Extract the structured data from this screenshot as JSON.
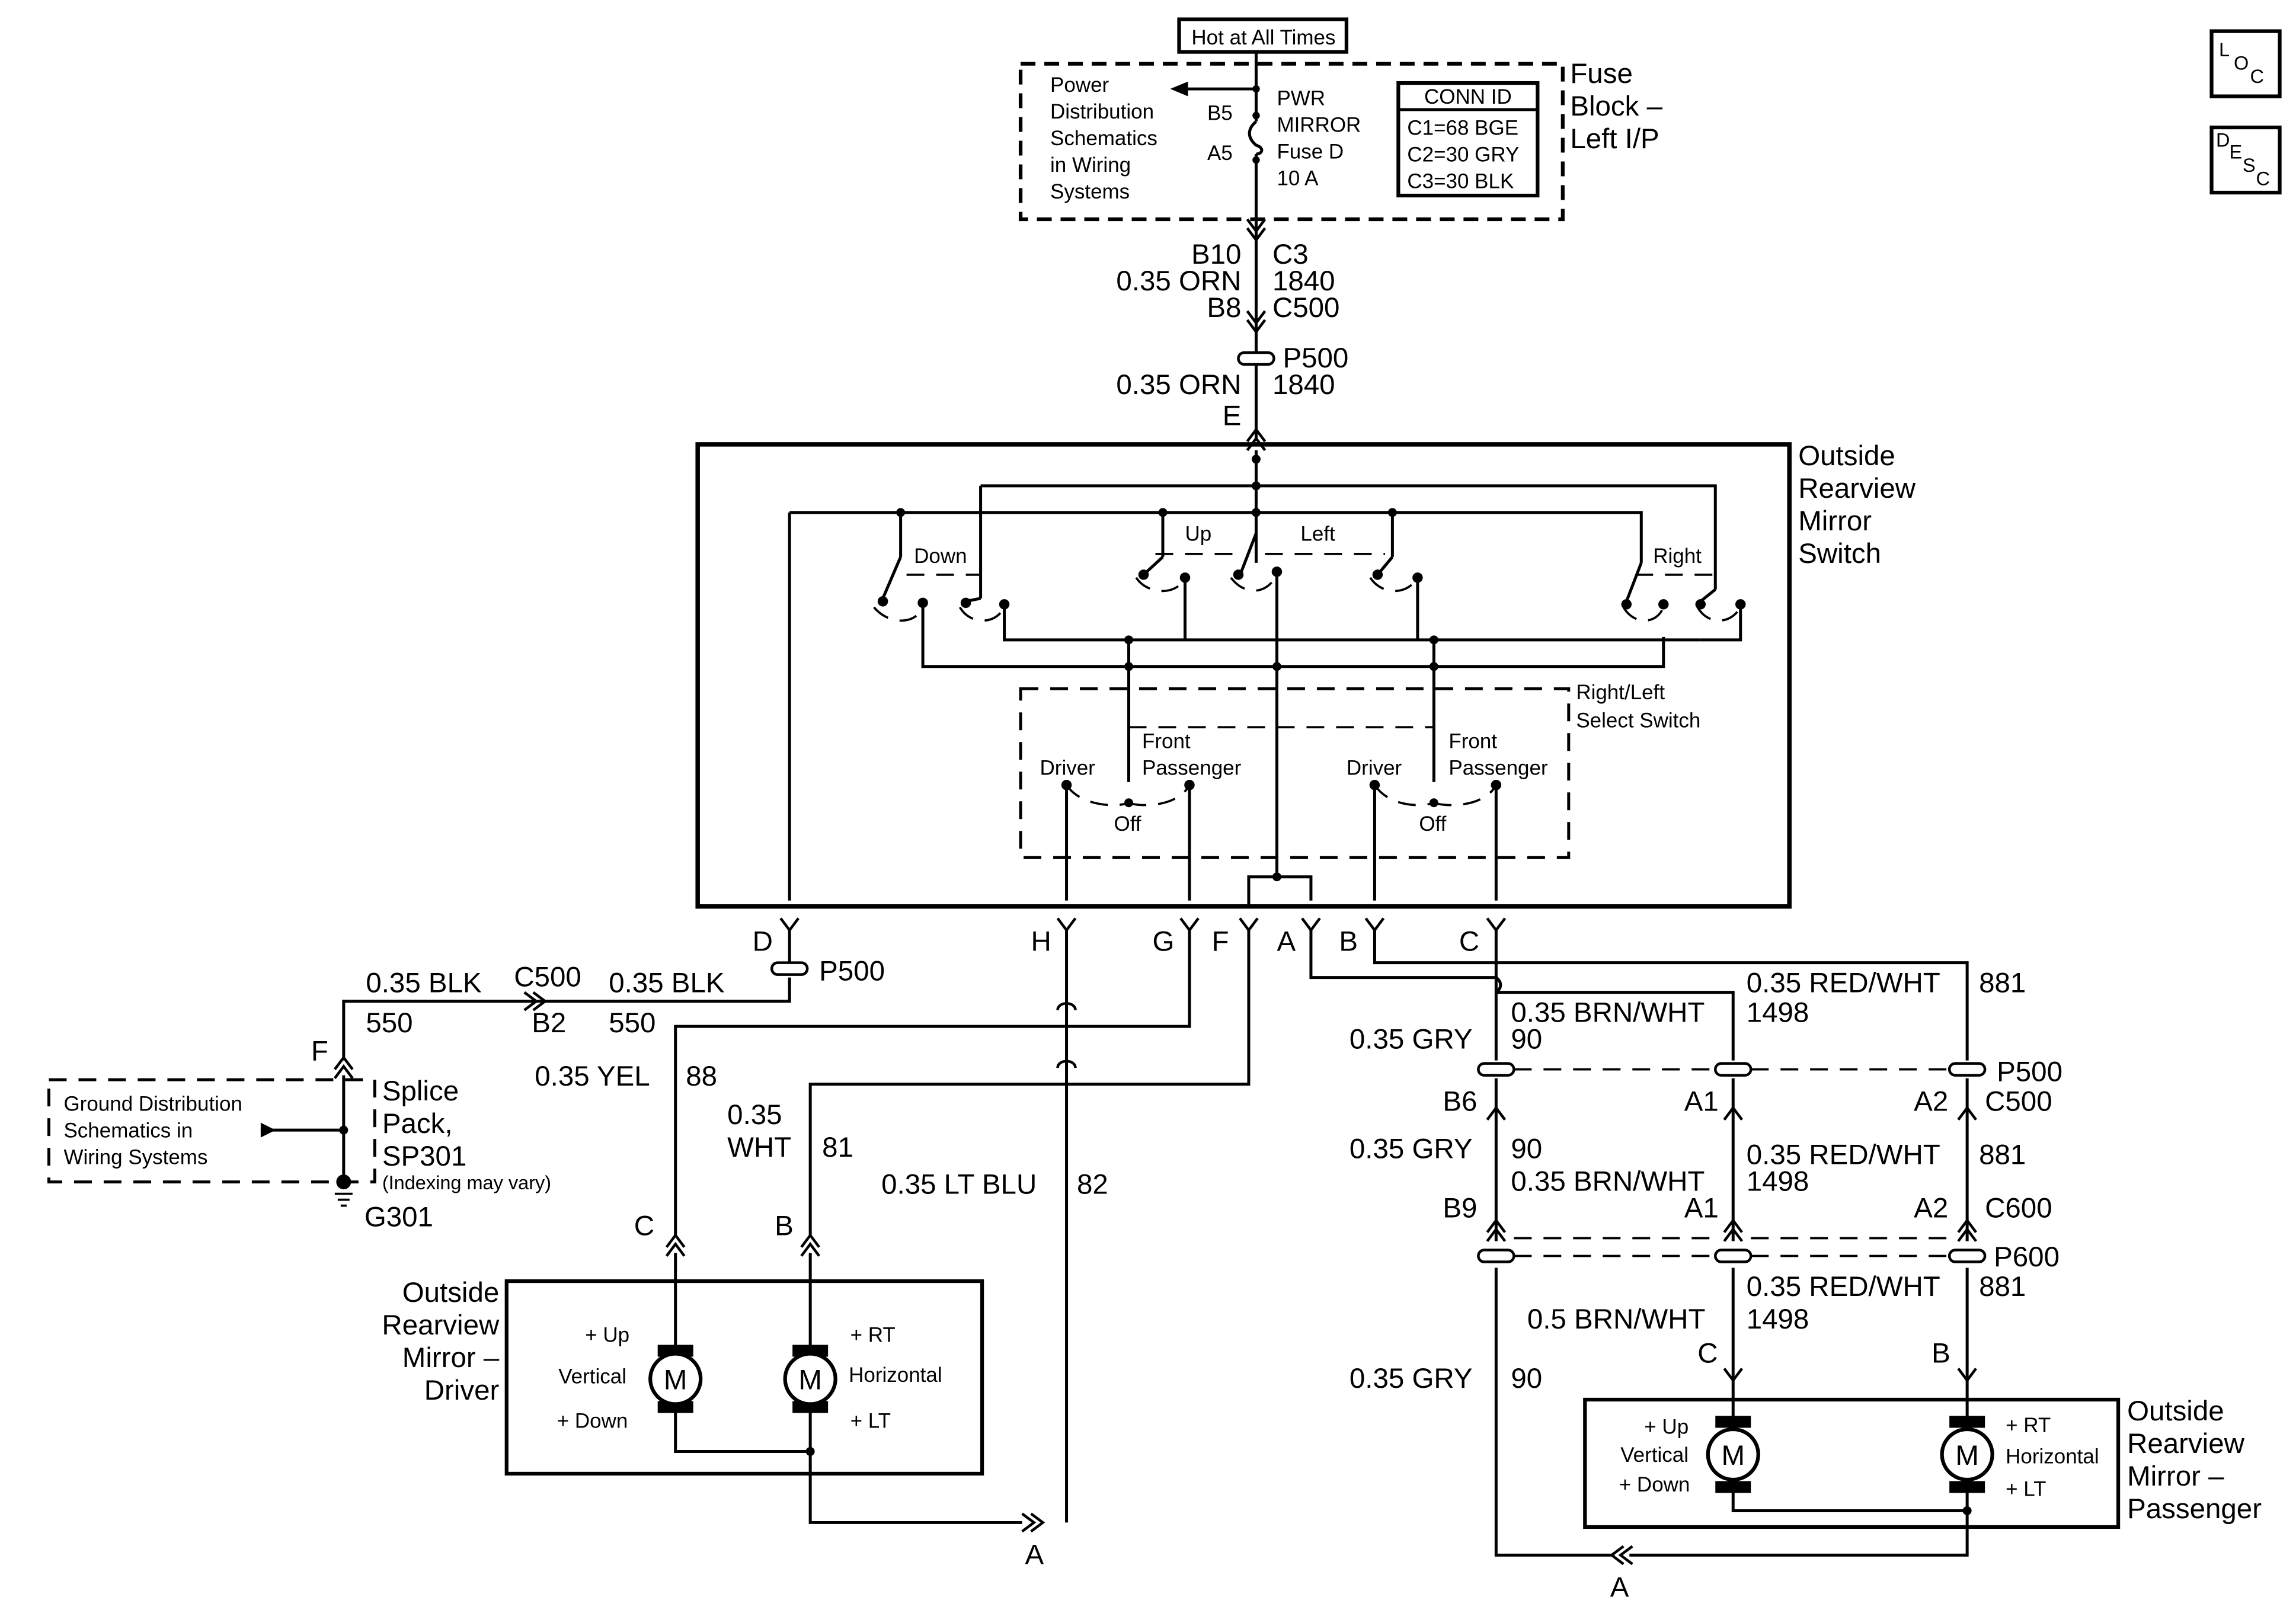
{
  "labels": {
    "hot": "Hot at All Times",
    "fuse_block": [
      "Fuse",
      "Block –",
      "Left I/P"
    ],
    "power_dist": [
      "Power",
      "Distribution",
      "Schematics",
      "in Wiring",
      "Systems"
    ],
    "fuse": [
      "PWR",
      "MIRROR",
      "Fuse D",
      "10 A"
    ],
    "b5": "B5",
    "a5": "A5",
    "conn_id": {
      "title": "CONN ID",
      "rows": [
        "C1=68 BGE",
        "C2=30 GRY",
        "C3=30 BLK"
      ]
    },
    "loc": {
      "a": "L",
      "b": "O",
      "c": "C"
    },
    "desc": {
      "a": "D",
      "b": "E",
      "c": "S",
      "d": "C"
    },
    "feed": {
      "b10": "B10",
      "c3": "C3",
      "orn1": "0.35 ORN",
      "ckt1": "1840",
      "b8": "B8",
      "c500": "C500",
      "p500": "P500",
      "orn2": "0.35 ORN",
      "ckt2": "1840",
      "e": "E"
    },
    "switch": {
      "title": [
        "Outside",
        "Rearview",
        "Mirror",
        "Switch"
      ],
      "down": "Down",
      "up": "Up",
      "left": "Left",
      "right": "Right",
      "select": [
        "Right/Left",
        "Select Switch"
      ],
      "driver": "Driver",
      "front": "Front",
      "passenger": "Passenger",
      "off": "Off"
    },
    "pins": {
      "d": "D",
      "h": "H",
      "g": "G",
      "f": "F",
      "a": "A",
      "b": "B",
      "c": "C"
    },
    "ground": {
      "p500": "P500",
      "blk1": "0.35 BLK",
      "c500": "C500",
      "blk2": "0.35 BLK",
      "n550a": "550",
      "b2": "B2",
      "n550b": "550",
      "f": "F",
      "box": [
        "Ground Distribution",
        "Schematics in",
        "Wiring Systems"
      ],
      "splice": [
        "Splice",
        "Pack,",
        "SP301"
      ],
      "indexing": "(Indexing may vary)",
      "g301": "G301"
    },
    "left_wires": {
      "yel": "0.35 YEL",
      "n88": "88",
      "wht1": "0.35",
      "wht2": "WHT",
      "n81": "81",
      "ltblu": "0.35 LT BLU",
      "n82": "82",
      "c": "C",
      "b": "B"
    },
    "driver_mirror": {
      "title": [
        "Outside",
        "Rearview",
        "Mirror –",
        "Driver"
      ],
      "up": "+ Up",
      "vertical": "Vertical",
      "down": "+ Down",
      "rt": "+ RT",
      "horizontal": "Horizontal",
      "lt": "+ LT",
      "m": "M",
      "a": "A"
    },
    "right_wires": {
      "redwht1": "0.35 RED/WHT",
      "n881a": "881",
      "brnwht1": "0.35 BRN/WHT",
      "n1498a": "1498",
      "gry1": "0.35 GRY",
      "n90a": "90",
      "p500": "P500",
      "b6": "B6",
      "a1a": "A1",
      "a2a": "A2",
      "c500": "C500",
      "gry2": "0.35 GRY",
      "n90b": "90",
      "redwht2": "0.35 RED/WHT",
      "n881b": "881",
      "brnwht2": "0.35 BRN/WHT",
      "n1498b": "1498",
      "b9": "B9",
      "a1b": "A1",
      "a2b": "A2",
      "c600": "C600",
      "p600": "P600",
      "redwht3": "0.35 RED/WHT",
      "n881c": "881",
      "brnwht3": "0.5 BRN/WHT",
      "n1498c": "1498",
      "c": "C",
      "b": "B",
      "gry3": "0.35 GRY",
      "n90c": "90"
    },
    "pass_mirror": {
      "title": [
        "Outside",
        "Rearview",
        "Mirror –",
        "Passenger"
      ],
      "up": "+ Up",
      "vertical": "Vertical",
      "down": "+ Down",
      "rt": "+ RT",
      "horizontal": "Horizontal",
      "lt": "+ LT",
      "m": "M",
      "a": "A"
    }
  }
}
